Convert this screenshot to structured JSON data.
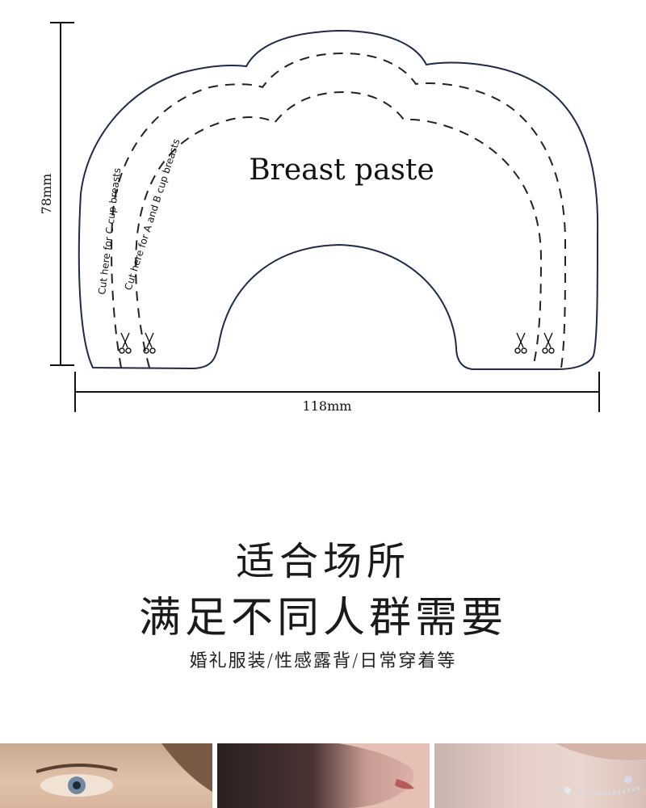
{
  "diagram": {
    "title": "Breast paste",
    "height_label": "78mm",
    "width_label": "118mm",
    "cut_label_c": "Cut here for C cup breasts",
    "cut_label_ab": "Cut here for A and B cup breasts",
    "outline_color": "#1e2a4a"
  },
  "headings": {
    "line1": "适合场所",
    "line2": "满足不同人群需要",
    "subtitle": "婚礼服装/性感露背/日常穿着等"
  },
  "photos": [
    {
      "name": "face-closeup-eye"
    },
    {
      "name": "face-profile-chin"
    },
    {
      "name": "neck-with-choker"
    }
  ]
}
